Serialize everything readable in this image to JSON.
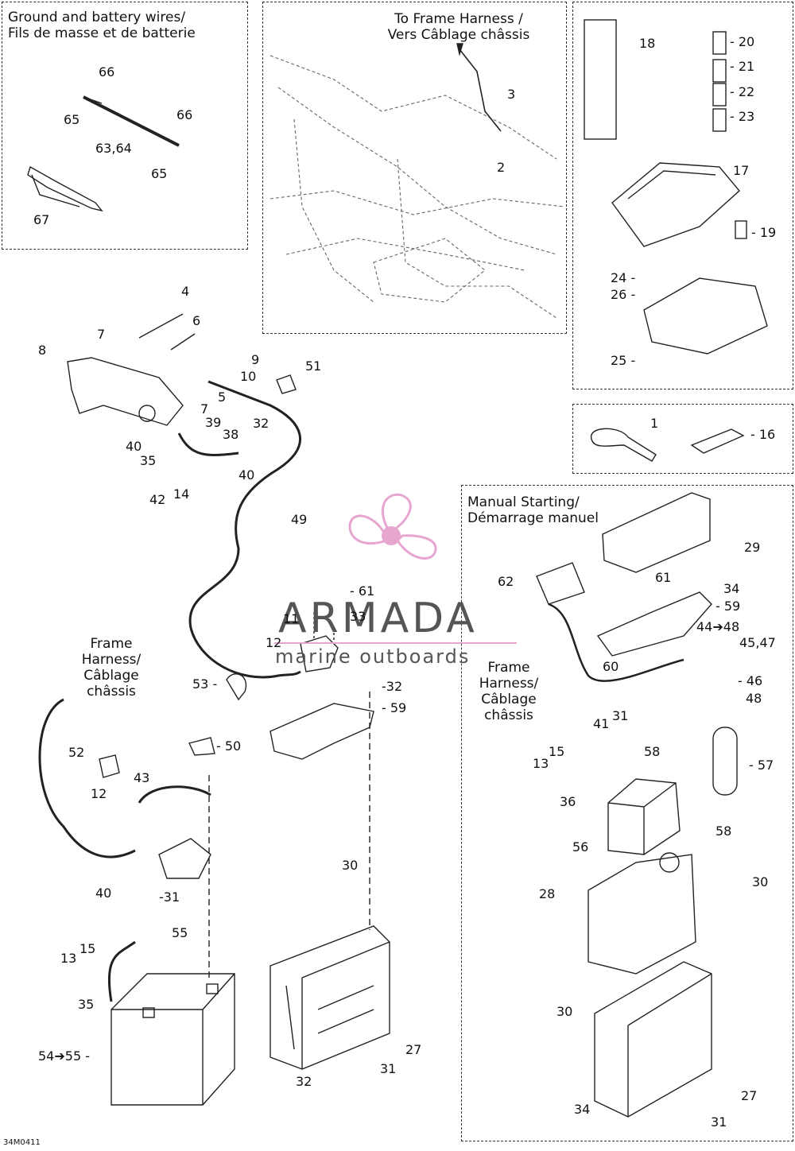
{
  "panels": {
    "ground_title": "Ground and battery wires/\nFils de masse et de batterie",
    "to_frame_title": "To Frame Harness /\nVers Câblage châssis",
    "manual_title": "Manual Starting/\nDémarrage manuel",
    "frame_harness_left": "Frame\nHarness/\nCâblage\nchâssis",
    "frame_harness_right": "Frame\nHarness/\nCâblage\nchâssis"
  },
  "watermark": {
    "brand": "ARMADA",
    "tagline": "marine outboards",
    "color": "#e7a6cf"
  },
  "diagram_code": "34M0411",
  "callouts": [
    {
      "id": "c66a",
      "text": "66"
    },
    {
      "id": "c65a",
      "text": "65"
    },
    {
      "id": "c66b",
      "text": "66"
    },
    {
      "id": "c6364",
      "text": "63,64"
    },
    {
      "id": "c65b",
      "text": "65"
    },
    {
      "id": "c67",
      "text": "67"
    },
    {
      "id": "c3",
      "text": "3"
    },
    {
      "id": "c2",
      "text": "2"
    },
    {
      "id": "c18",
      "text": "18"
    },
    {
      "id": "c20",
      "text": "- 20"
    },
    {
      "id": "c21",
      "text": "- 21"
    },
    {
      "id": "c22",
      "text": "- 22"
    },
    {
      "id": "c23",
      "text": "- 23"
    },
    {
      "id": "c17",
      "text": "17"
    },
    {
      "id": "c19",
      "text": "- 19"
    },
    {
      "id": "c24",
      "text": "24 -"
    },
    {
      "id": "c26",
      "text": "26 -"
    },
    {
      "id": "c25",
      "text": "25 -"
    },
    {
      "id": "c1",
      "text": "1"
    },
    {
      "id": "c16",
      "text": "- 16"
    },
    {
      "id": "c4",
      "text": "4"
    },
    {
      "id": "c6",
      "text": "6"
    },
    {
      "id": "c7a",
      "text": "7"
    },
    {
      "id": "c8",
      "text": "8"
    },
    {
      "id": "c9",
      "text": "9"
    },
    {
      "id": "c10",
      "text": "10"
    },
    {
      "id": "c51",
      "text": "51"
    },
    {
      "id": "c5",
      "text": "5"
    },
    {
      "id": "c7b",
      "text": "7"
    },
    {
      "id": "c39",
      "text": "39"
    },
    {
      "id": "c32a",
      "text": "32"
    },
    {
      "id": "c38",
      "text": "38"
    },
    {
      "id": "c40a",
      "text": "40"
    },
    {
      "id": "c35a",
      "text": "35"
    },
    {
      "id": "c40b",
      "text": "40"
    },
    {
      "id": "c42",
      "text": "42"
    },
    {
      "id": "c14",
      "text": "14"
    },
    {
      "id": "c49",
      "text": "49"
    },
    {
      "id": "c61a",
      "text": "- 61"
    },
    {
      "id": "c11",
      "text": "11"
    },
    {
      "id": "c33",
      "text": "33"
    },
    {
      "id": "c12a",
      "text": "12"
    },
    {
      "id": "c32b",
      "text": "-32"
    },
    {
      "id": "c59a",
      "text": "- 59"
    },
    {
      "id": "c53",
      "text": "53 -"
    },
    {
      "id": "c50",
      "text": "- 50"
    },
    {
      "id": "c52",
      "text": "52"
    },
    {
      "id": "c43",
      "text": "43"
    },
    {
      "id": "c12b",
      "text": "12"
    },
    {
      "id": "c40c",
      "text": "40"
    },
    {
      "id": "c31a",
      "text": "-31"
    },
    {
      "id": "c55a",
      "text": "55"
    },
    {
      "id": "c15a",
      "text": "15"
    },
    {
      "id": "c13a",
      "text": "13"
    },
    {
      "id": "c35b",
      "text": "35"
    },
    {
      "id": "c5455",
      "text": "54➔55 -"
    },
    {
      "id": "c30a",
      "text": "30"
    },
    {
      "id": "c27a",
      "text": "27"
    },
    {
      "id": "c31b",
      "text": "31"
    },
    {
      "id": "c32c",
      "text": "32"
    },
    {
      "id": "c29",
      "text": "29"
    },
    {
      "id": "c62",
      "text": "62"
    },
    {
      "id": "c61b",
      "text": "61"
    },
    {
      "id": "c34a",
      "text": "34"
    },
    {
      "id": "c59b",
      "text": "- 59"
    },
    {
      "id": "c4448",
      "text": "44➔48"
    },
    {
      "id": "c4547",
      "text": "45,47"
    },
    {
      "id": "c60",
      "text": "60"
    },
    {
      "id": "c46",
      "text": "- 46"
    },
    {
      "id": "c48",
      "text": "48"
    },
    {
      "id": "c31c",
      "text": "31"
    },
    {
      "id": "c41",
      "text": "41"
    },
    {
      "id": "c15b",
      "text": "15"
    },
    {
      "id": "c13b",
      "text": "13"
    },
    {
      "id": "c58a",
      "text": "58"
    },
    {
      "id": "c57",
      "text": "- 57"
    },
    {
      "id": "c36",
      "text": "36"
    },
    {
      "id": "c56",
      "text": "56"
    },
    {
      "id": "c58b",
      "text": "58"
    },
    {
      "id": "c28",
      "text": "28"
    },
    {
      "id": "c30b",
      "text": "30"
    },
    {
      "id": "c30c",
      "text": "30"
    },
    {
      "id": "c27b",
      "text": "27"
    },
    {
      "id": "c34b",
      "text": "34"
    },
    {
      "id": "c31d",
      "text": "31"
    }
  ]
}
